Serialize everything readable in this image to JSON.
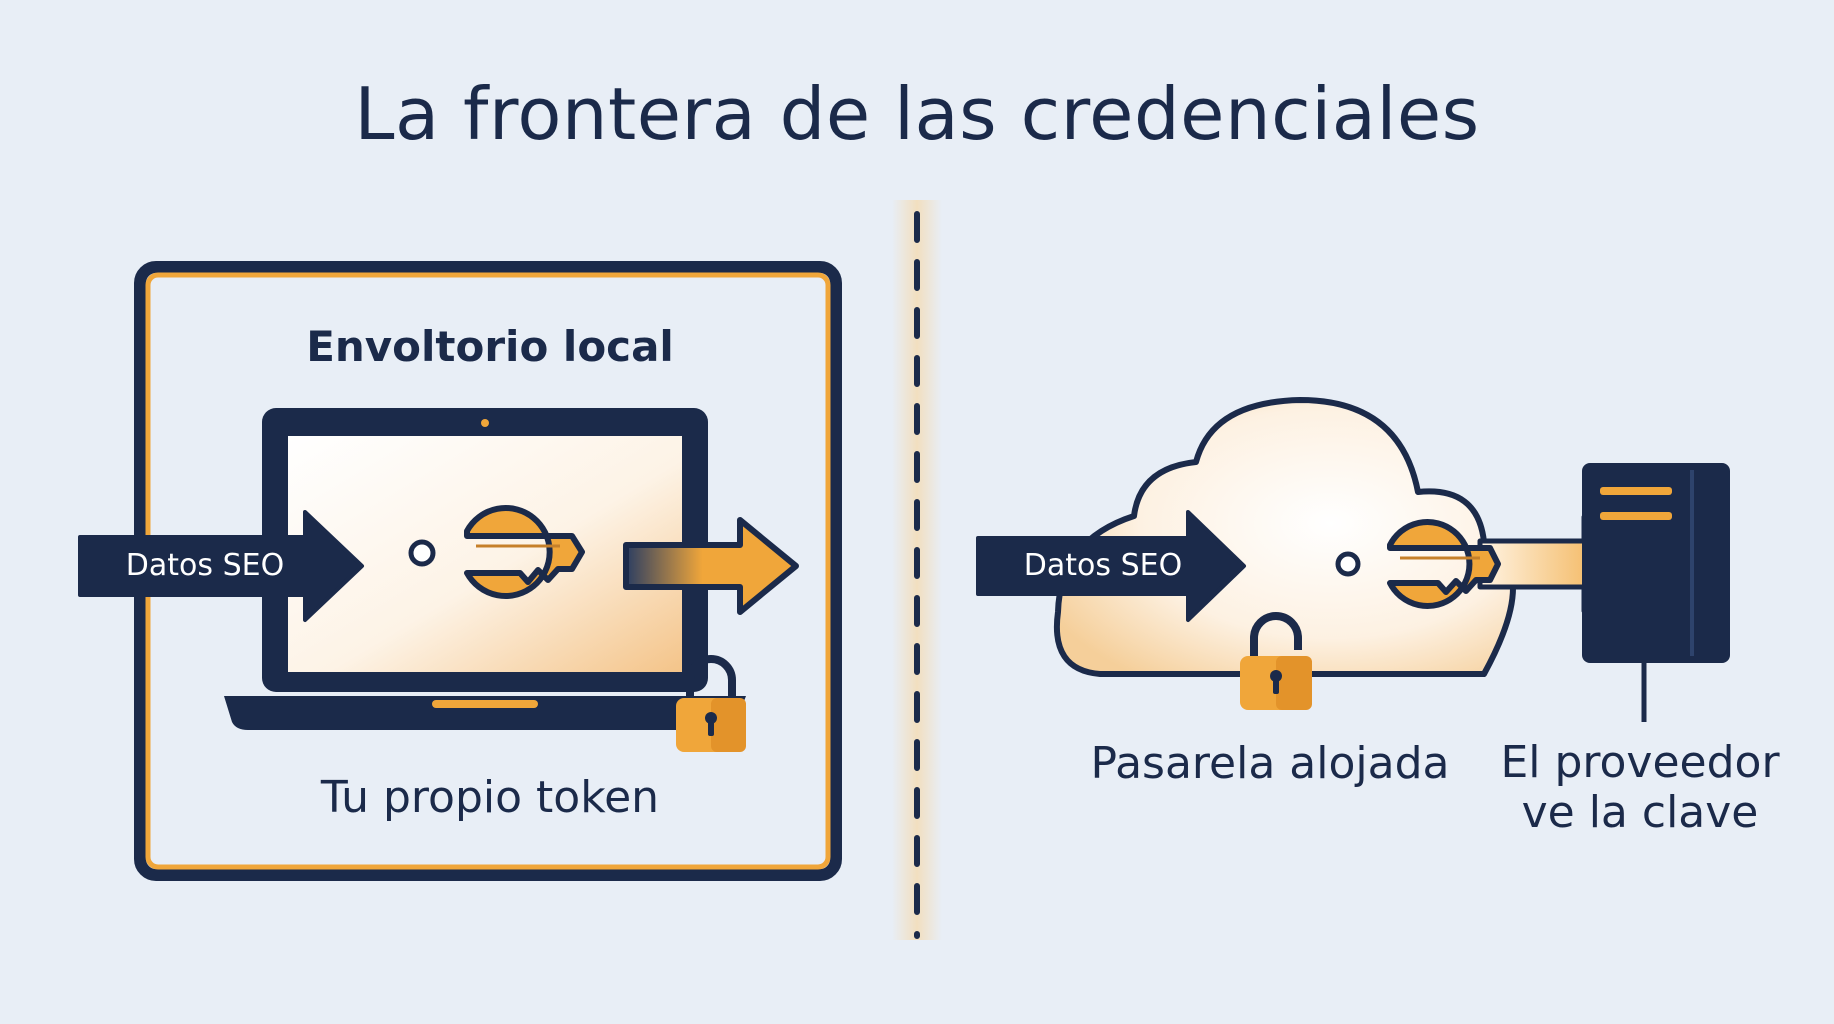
{
  "title": "La frontera de las credenciales",
  "left": {
    "box_title": "Envoltorio local",
    "arrow_label": "Datos SEO",
    "caption": "Tu propio token"
  },
  "right": {
    "arrow_label": "Datos SEO",
    "gateway_caption": "Pasarela alojada",
    "provider_caption_line1": "El proveedor",
    "provider_caption_line2": "ve la clave"
  },
  "colors": {
    "navy": "#1b2a4a",
    "orange": "#f0a63a",
    "background": "#e8eef6"
  }
}
